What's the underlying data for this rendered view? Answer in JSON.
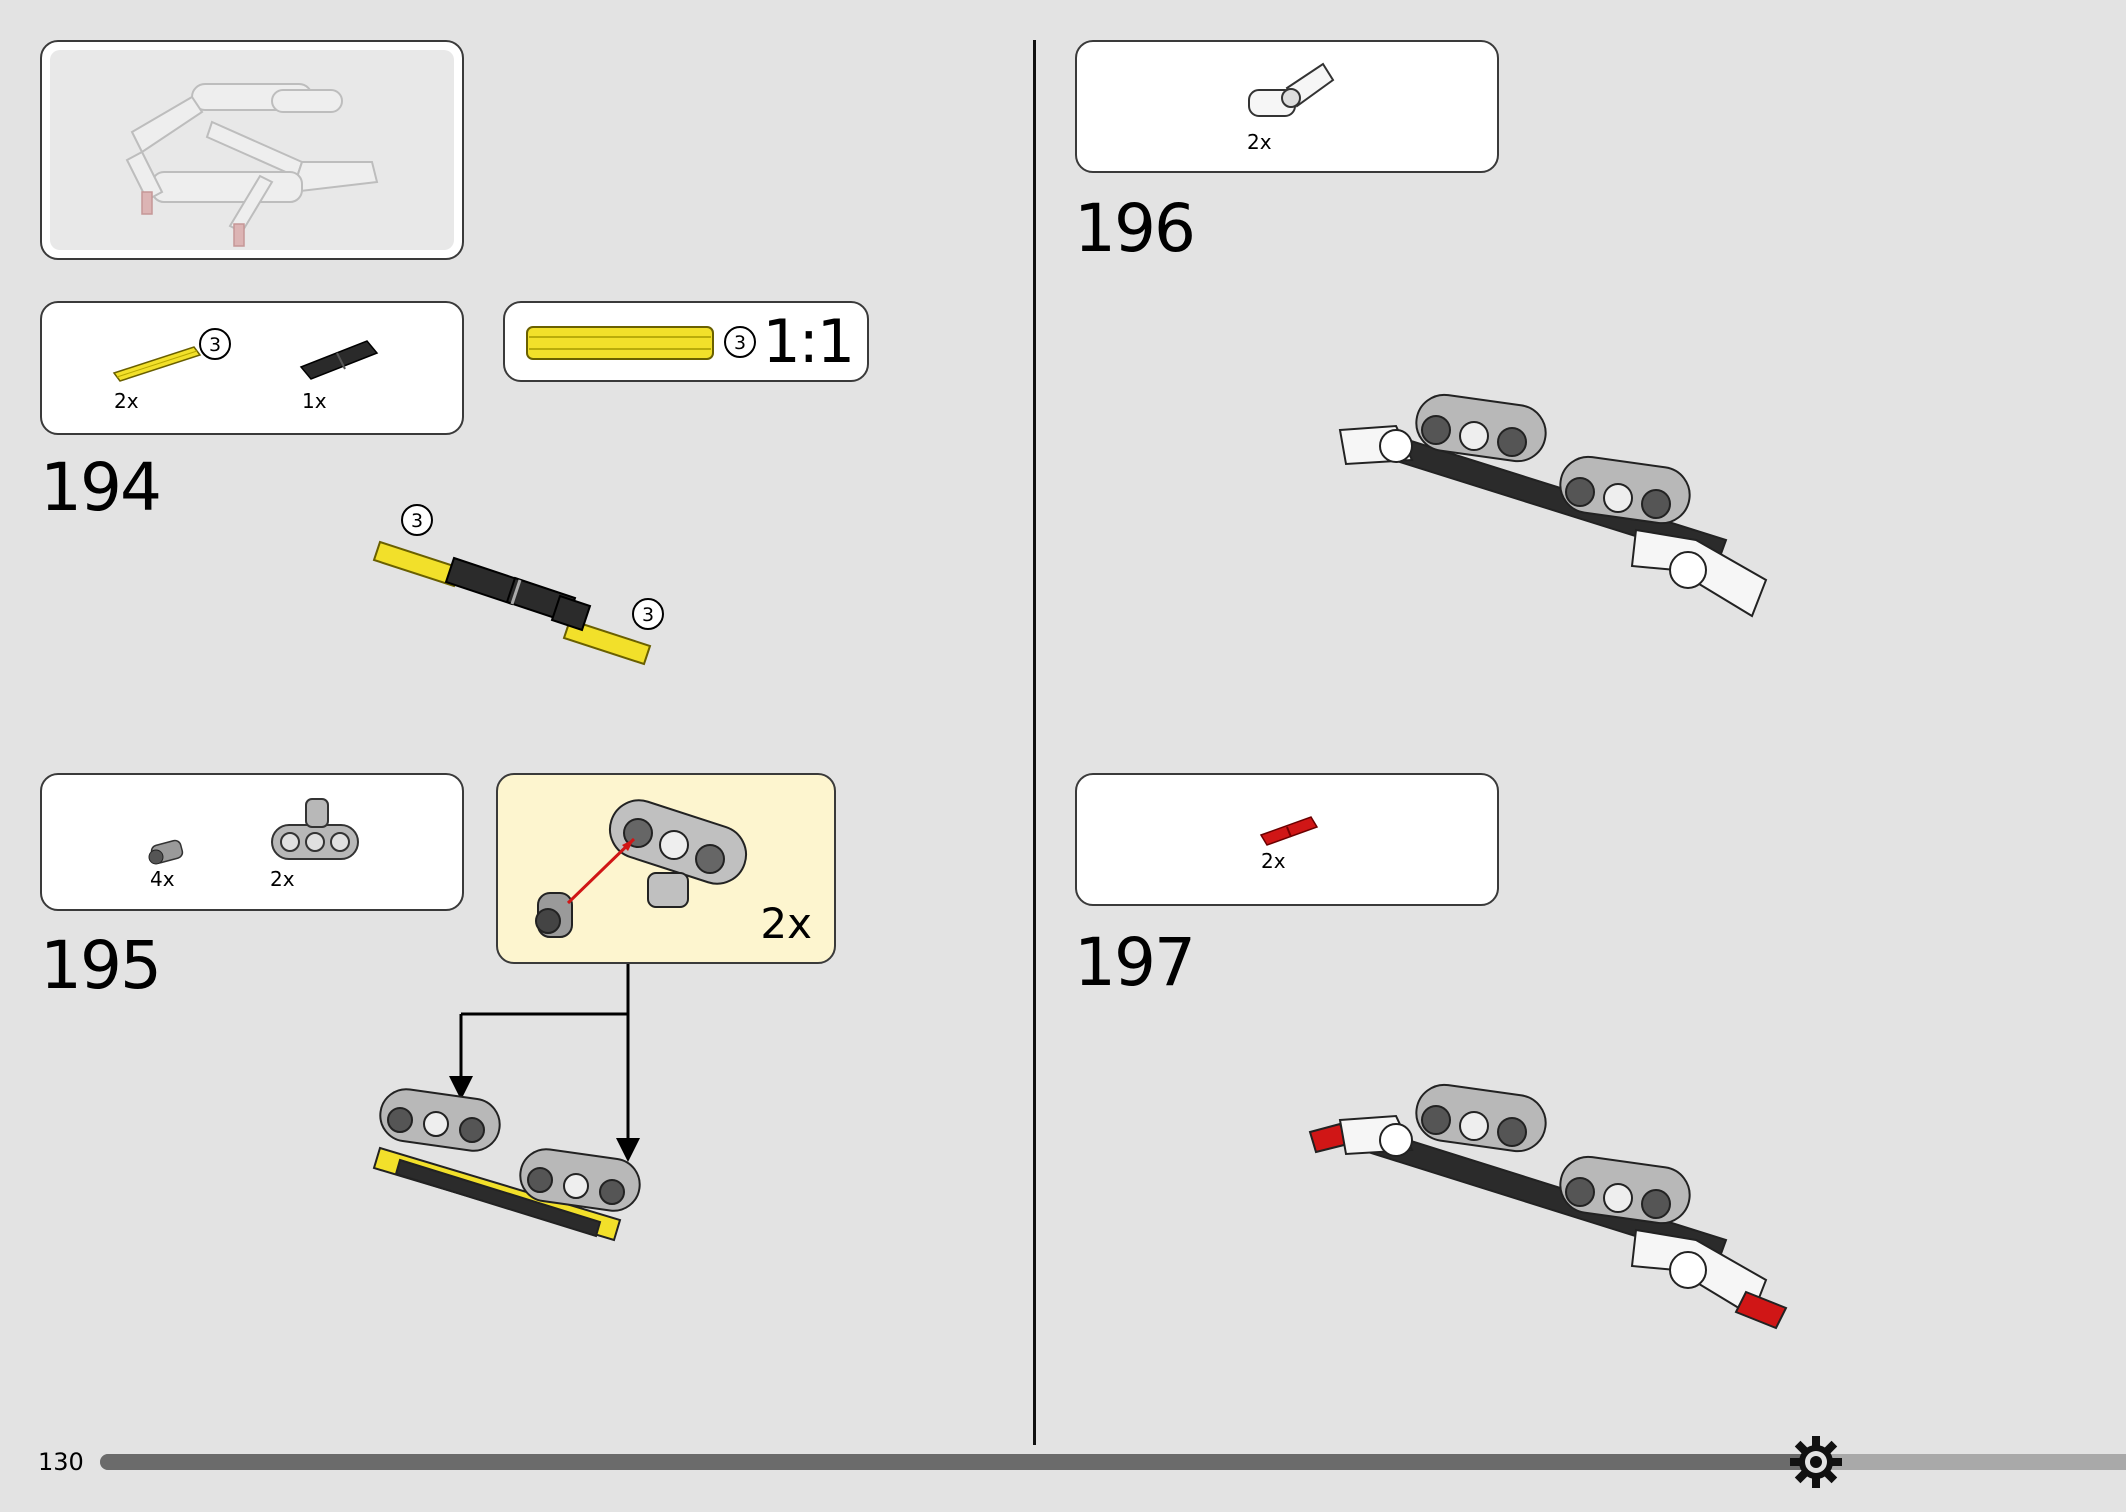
{
  "page_number": "130",
  "steps": {
    "s194": {
      "number": "194",
      "parts": [
        {
          "qty": "2x"
        },
        {
          "qty": "1x"
        }
      ],
      "scale_label": "1:1",
      "length_callout": "3",
      "callouts": [
        "3",
        "3"
      ]
    },
    "s195": {
      "number": "195",
      "parts": [
        {
          "qty": "4x"
        },
        {
          "qty": "2x"
        }
      ],
      "subassembly_qty": "2x"
    },
    "s196": {
      "number": "196",
      "parts": [
        {
          "qty": "2x"
        }
      ]
    },
    "s197": {
      "number": "197",
      "parts": [
        {
          "qty": "2x"
        }
      ]
    }
  },
  "colors": {
    "background": "#e3e3e3",
    "yellow": "#f2e02a",
    "red": "#d01616",
    "subassembly_bg": "#fdf5cf",
    "progress": "#6b6b6b"
  },
  "progress": {
    "fraction": 0.85
  }
}
